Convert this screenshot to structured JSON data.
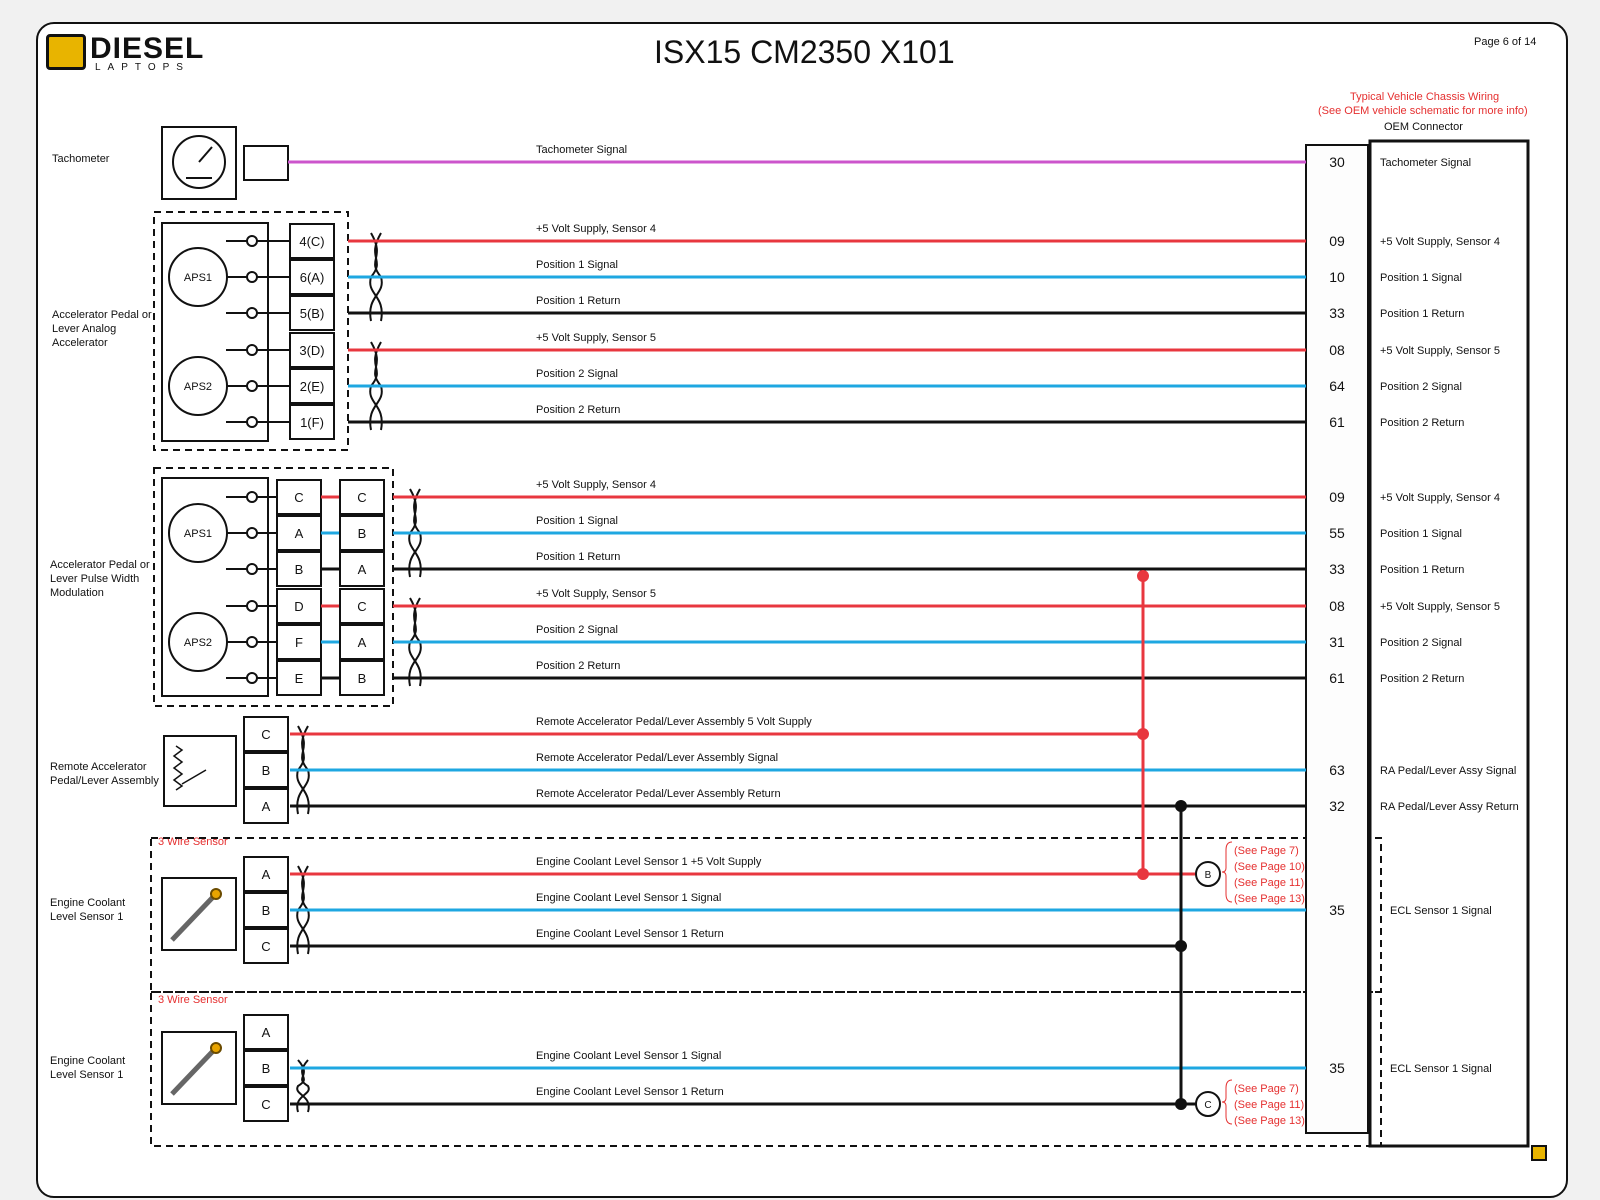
{
  "header": {
    "brand": "DIESEL",
    "brand_sub": "LAPTOPS",
    "title": "ISX15 CM2350 X101",
    "page": "Page 6 of 14"
  },
  "chassis_note": {
    "line1": "Typical Vehicle Chassis Wiring",
    "line2": "(See OEM vehicle schematic for more info)",
    "oem_label": "OEM Connector"
  },
  "colors": {
    "red": "#e8373f",
    "blue": "#1ea7e1",
    "black": "#111111",
    "magenta": "#cc55cc",
    "note_red": "#e53030"
  },
  "devices": [
    {
      "name": "Tachometer"
    },
    {
      "name": "Accelerator Pedal or Lever Analog Accelerator"
    },
    {
      "name": "Accelerator Pedal or Lever Pulse Width Modulation"
    },
    {
      "name": "Remote Accelerator Pedal/Lever Assembly"
    },
    {
      "name": "Engine Coolant Level Sensor 1"
    },
    {
      "name": "Engine Coolant Level Sensor 1"
    }
  ],
  "sensors": [
    "APS1",
    "APS2",
    "APS1",
    "APS2"
  ],
  "sensor_type_label": "3 Wire Sensor",
  "pins_analog": [
    "4(C)",
    "6(A)",
    "5(B)",
    "3(D)",
    "2(E)",
    "1(F)"
  ],
  "pins_pwm_a": [
    "C",
    "A",
    "B",
    "D",
    "F",
    "E"
  ],
  "pins_pwm_b": [
    "C",
    "B",
    "A",
    "C",
    "A",
    "B"
  ],
  "pins_remote": [
    "C",
    "B",
    "A"
  ],
  "pins_ecl1": [
    "A",
    "B",
    "C"
  ],
  "pins_ecl2": [
    "A",
    "B",
    "C"
  ],
  "wires": [
    {
      "label": "Tachometer Signal",
      "color": "magenta",
      "pin": "30",
      "oem": "Tachometer Signal"
    },
    {
      "label": "+5 Volt Supply, Sensor 4",
      "color": "red",
      "pin": "09",
      "oem": "+5 Volt Supply, Sensor 4"
    },
    {
      "label": "Position 1 Signal",
      "color": "blue",
      "pin": "10",
      "oem": "Position 1 Signal"
    },
    {
      "label": "Position 1 Return",
      "color": "black",
      "pin": "33",
      "oem": "Position 1 Return"
    },
    {
      "label": "+5 Volt Supply, Sensor 5",
      "color": "red",
      "pin": "08",
      "oem": "+5 Volt Supply, Sensor 5"
    },
    {
      "label": "Position 2 Signal",
      "color": "blue",
      "pin": "64",
      "oem": "Position 2 Signal"
    },
    {
      "label": "Position 2 Return",
      "color": "black",
      "pin": "61",
      "oem": "Position 2 Return"
    },
    {
      "label": "+5 Volt Supply, Sensor 4",
      "color": "red",
      "pin": "09",
      "oem": "+5 Volt Supply, Sensor 4"
    },
    {
      "label": "Position 1 Signal",
      "color": "blue",
      "pin": "55",
      "oem": "Position 1 Signal"
    },
    {
      "label": "Position 1 Return",
      "color": "black",
      "pin": "33",
      "oem": "Position 1 Return"
    },
    {
      "label": "+5 Volt Supply, Sensor 5",
      "color": "red",
      "pin": "08",
      "oem": "+5 Volt Supply, Sensor 5"
    },
    {
      "label": "Position 2 Signal",
      "color": "blue",
      "pin": "31",
      "oem": "Position 2 Signal"
    },
    {
      "label": "Position 2 Return",
      "color": "black",
      "pin": "61",
      "oem": "Position 2 Return"
    },
    {
      "label": "Remote Accelerator Pedal/Lever Assembly 5 Volt Supply",
      "color": "red",
      "pin": "",
      "oem": ""
    },
    {
      "label": "Remote Accelerator Pedal/Lever Assembly Signal",
      "color": "blue",
      "pin": "63",
      "oem": "RA Pedal/Lever Assy Signal"
    },
    {
      "label": "Remote Accelerator Pedal/Lever Assembly Return",
      "color": "black",
      "pin": "32",
      "oem": "RA Pedal/Lever Assy Return"
    },
    {
      "label": "Engine Coolant Level Sensor 1 +5 Volt Supply",
      "color": "red",
      "pin": "",
      "oem": ""
    },
    {
      "label": "Engine Coolant Level Sensor 1 Signal",
      "color": "blue",
      "pin": "35",
      "oem": "ECL Sensor 1 Signal"
    },
    {
      "label": "Engine Coolant Level Sensor 1 Return",
      "color": "black",
      "pin": "",
      "oem": ""
    },
    {
      "label": "Engine Coolant Level Sensor 1 Signal",
      "color": "blue",
      "pin": "35",
      "oem": "ECL Sensor 1 Signal"
    },
    {
      "label": "Engine Coolant Level Sensor 1 Return",
      "color": "black",
      "pin": "",
      "oem": ""
    }
  ],
  "refs": [
    {
      "id": "B",
      "pages": [
        "(See Page 7)",
        "(See Page 10)",
        "(See Page 11)",
        "(See Page 13)"
      ]
    },
    {
      "id": "C",
      "pages": [
        "(See Page 7)",
        "(See Page 11)",
        "(See Page 13)"
      ]
    }
  ]
}
